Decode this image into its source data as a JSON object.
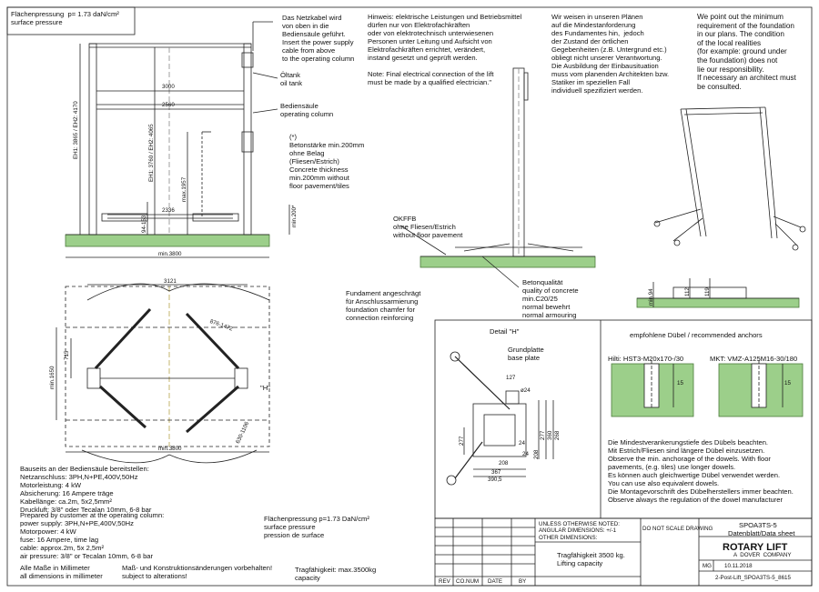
{
  "surface_pressure_label": "Flächenpressung  p= 1.73 daN/cm²\nsurface pressure",
  "power_cable_note": "Das Netzkabel wird\nvon oben in die\nBediensäule geführt.\nInsert the power supply\ncable from above\nto the operating column",
  "oil_tank_label": "Öltank\noil tank",
  "operating_column_label": "Bediensäule\noperating column",
  "concrete_note": "(*)\nBetonstärke min.200mm\nohne Belag\n(Fliesen/Estrich)\nConcrete thickness\nmin.200mm without\nfloor pavement/tiles",
  "hint_de_en": "Hinweis: elektrische Leistungen und Betriebsmittel\ndürfen nur von Elektrofachkräften\noder von elektrotechnisch unterwiesenen\nPersonen unter Leitung und Aufsicht von\nElektrofachkräften errichtet, verändert,\ninstand gesetzt und geprüft werden.\n\nNote: Final electrical connection of the lift\nmust be made by a qualified electrician.\"",
  "foundation_note_de": "Wir weisen in unseren Plänen\nauf die Mindestanforderung\ndes Fundamentes hin,  jedoch\nder Zustand der örtlichen\nGegebenheiten (z.B. Untergrund etc.)\nobliegt nicht unserer Verantwortung.\nDie Ausbildung der Einbausituation\nmuss vom planenden Architekten bzw.\nStatiker im speziellen Fall\nindividuell spezifiziert werden.",
  "foundation_note_en": "We point out the minimum\nrequirement of the foundation\nin our plans. The condition\nof the local realities\n(for example: ground under\nthe foundation) does not\nlie our responsibility.\nIf necessary an architect must\nbe consulted.",
  "okffb_label": "OKFFB\nohne Fliesen/Estrich\nwithout floor pavement",
  "chamfer_label": "Fundament angeschrägt\nfür Anschlussarmierung\nfoundation chamfer for\nconnection reinforcing",
  "concrete_quality_label": "Betonqualität\nquality of concrete\nmin.C20/25\nnormal bewehrt\nnormal armouring",
  "front_dims": {
    "d3000": "3000",
    "d2560": "2560",
    "d2336": "2336",
    "d3800": "min.3800",
    "eh1": "EH1: 3865 / EH2: 4170",
    "eh1b": "EH1: 3760 / EH2: 4065",
    "max1957": "max.1957",
    "d94": "94-153",
    "min200": "min.200*"
  },
  "plan_dims": {
    "d3121": "3121",
    "d876": "876-1472",
    "d715": "715",
    "min1650": "min.1650",
    "d1106": "630-1106",
    "d3800": "min.3800",
    "h_label": "\"H\""
  },
  "side_dims": {
    "min94": "min.94",
    "d112": "112",
    "d119": "119"
  },
  "detail": {
    "title": "Detail \"H\"",
    "base_plate": "Grundplatte\nbase plate",
    "d127": "127",
    "d24": "ø24",
    "d277": "277",
    "d208a": "208",
    "d24b": "24",
    "d208b": "208",
    "d24c": "24",
    "d367": "367",
    "d390": "390,5",
    "d360": "360",
    "d268": "268",
    "d277b": "277"
  },
  "anchors": {
    "title": "empfohlene Dübel / recommended anchors",
    "hilti": "Hilti: HST3-M20x170-/30",
    "mkt": "MKT: VMZ-A125M16-30/180",
    "d15a": "15",
    "d15b": "15",
    "notes": "Die Mindestverankerungstiefe des Dübels beachten.\nMit Estrich/Fliesen sind längere Dübel einzusetzen.\nObserve the min. anchorage of the dowels. With floor\npavements, (e.g. tiles) use longer dowels.\nEs können auch gleichwertige Dübel verwendet werden.\nYou can use also equivalent dowels.\nDie Montagevorschrift des Dübelherstellers immer beachten.\nObserve always the regulation of the dowel manufacturer"
  },
  "bottom_left": {
    "customer_de": "Bauseits an der Bediensäule bereitstellen:\nNetzanschluss: 3PH,N+PE,400V,50Hz\nMotorleistung: 4 kW\nAbsicherung: 16 Ampere träge\nKabellänge: ca.2m, 5x2,5mm²\nDruckluft: 3/8\" oder Tecalan 10mm, 6-8 bar",
    "customer_en": "Prepared by customer at the operating column:\npower supply: 3PH,N+PE,400V,50Hz\nMotorpower: 4 kW\nfuse: 16 Ampere, time lag\ncable: approx.2m, 5x 2,5m²\nair pressure: 3/8\" or Tecalan 10mm, 6-8 bar",
    "mm": "Alle Maße in Millimeter\nall dimensions in millimeter",
    "changes": "Maß- und Konstruktionsänderungen vorbehalten!\nsubject to alterations!",
    "pressure": "Flächenpressung p=1.73 DaN/cm²\nsurface pressure\npression de surface",
    "capacity_small": "Tragfähigkeit: max.3500kg\ncapacity"
  },
  "title_block": {
    "model": "SPOA3TS-5",
    "sheet": "Datenblatt/Data sheet",
    "capacity": "Tragfähigkeit 3500 kg.\nLifting capacity",
    "brand": "ROTARY LIFT",
    "company": "A  DOVER  COMPANY",
    "mg": "MG",
    "date": "10.11.2018",
    "doc": "2-Post-Lift_SPOA3TS-5_8615",
    "tolerances": "UNLESS OTHERWISE NOTED:\nANGULAR DIMENSIONS: +/-1\nOTHER DIMENSIONS:",
    "scale": "DO NOT SCALE DRAWING",
    "rev": "REV",
    "co": "CO.NUM",
    "dt": "DATE",
    "by": "BY"
  }
}
